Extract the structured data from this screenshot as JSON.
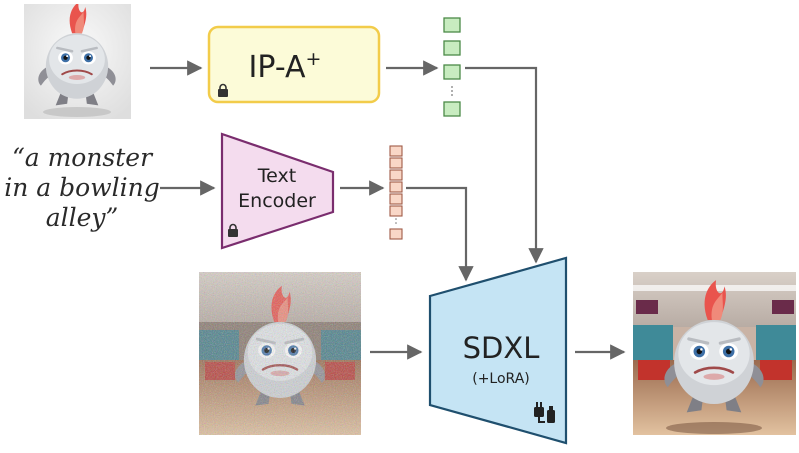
{
  "blocks": {
    "ip_adapter": {
      "label": "IP-A",
      "superscript": "+",
      "fill": "#fcfbd8",
      "stroke": "#f2cc4a"
    },
    "text_encoder": {
      "label_line1": "Text",
      "label_line2": "Encoder",
      "fill": "#f4dcee",
      "stroke": "#7a2d6e"
    },
    "sdxl": {
      "label": "SDXL",
      "sublabel": "(+LoRA)",
      "fill": "#c5e4f4",
      "stroke": "#1f4f6e"
    }
  },
  "prompt": {
    "lines": [
      "“a monster",
      "in a bowling",
      "alley”"
    ]
  },
  "icons": {
    "frozen": "lock-icon",
    "trainable": "plug-icon"
  },
  "colors": {
    "image_token": "#c8ecc0",
    "image_token_stroke": "#4c8a47",
    "text_token": "#f9d7c7",
    "text_token_stroke": "#a05b47",
    "arrow": "#666666"
  },
  "images": {
    "reference": "reference-monster-image",
    "noisy_input": "noisy-latent-image",
    "output": "generated-output-image"
  }
}
